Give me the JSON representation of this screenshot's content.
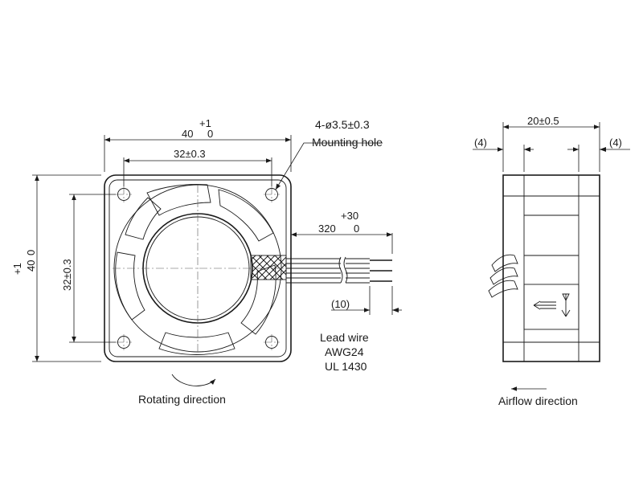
{
  "front_view": {
    "width_dim": {
      "nominal": "40",
      "upper": "+1",
      "lower": "0"
    },
    "hole_pitch_h": "32±0.3",
    "height_dim": {
      "nominal": "40",
      "upper": "+1",
      "lower": "0"
    },
    "hole_pitch_v": "32±0.3",
    "mounting_hole_spec": "4-ø3.5±0.3",
    "mounting_hole_label": "Mounting hole",
    "lead_length": {
      "nominal": "320",
      "upper": "+30",
      "lower": "0"
    },
    "strip_length": "(10)",
    "lead_wire_lines": [
      "Lead wire",
      "AWG24",
      "UL 1430"
    ],
    "rotating_label": "Rotating direction"
  },
  "side_view": {
    "depth_dim": "20±0.5",
    "left_offset": "(4)",
    "right_offset": "(4)",
    "airflow_label": "Airflow direction"
  }
}
